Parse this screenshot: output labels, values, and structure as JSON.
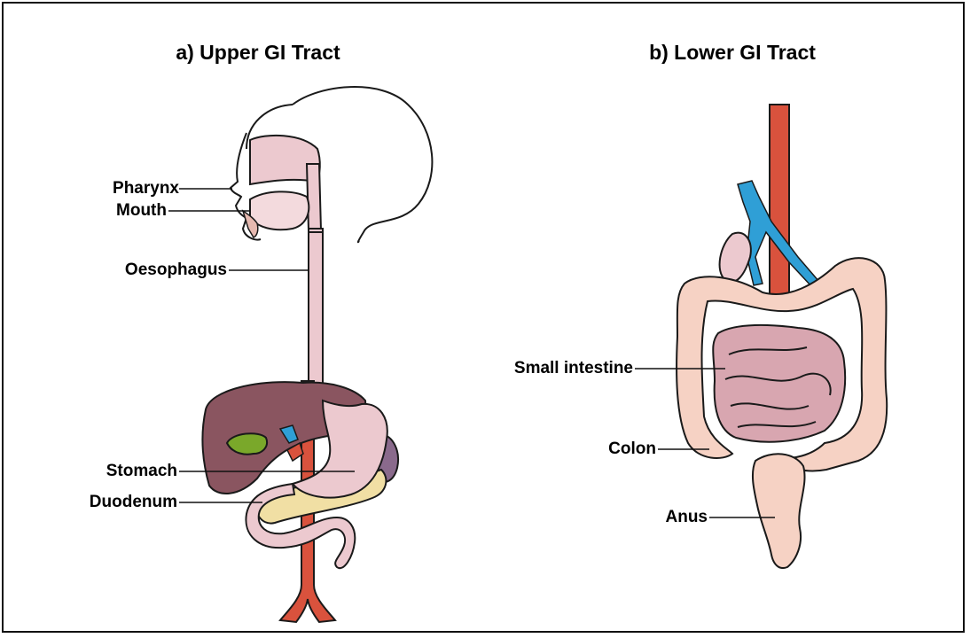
{
  "panels": {
    "upper": {
      "title": "a) Upper GI Tract",
      "labels": {
        "pharynx": "Pharynx",
        "mouth": "Mouth",
        "oesophagus": "Oesophagus",
        "stomach": "Stomach",
        "duodenum": "Duodenum"
      }
    },
    "lower": {
      "title": "b) Lower GI Tract",
      "labels": {
        "small_intestine": "Small intestine",
        "colon": "Colon",
        "anus": "Anus"
      }
    }
  },
  "colors": {
    "outline": "#1a1a1a",
    "tissue_pink": "#ecc9cf",
    "tissue_pink_dark": "#d8a6b0",
    "colon_peach": "#f6d2c4",
    "liver": "#8a5560",
    "gallbladder": "#7aa82a",
    "pancreas": "#f1dfa4",
    "artery": "#d9523d",
    "vein": "#2f9fd6",
    "spleen": "#8a6a8c"
  }
}
